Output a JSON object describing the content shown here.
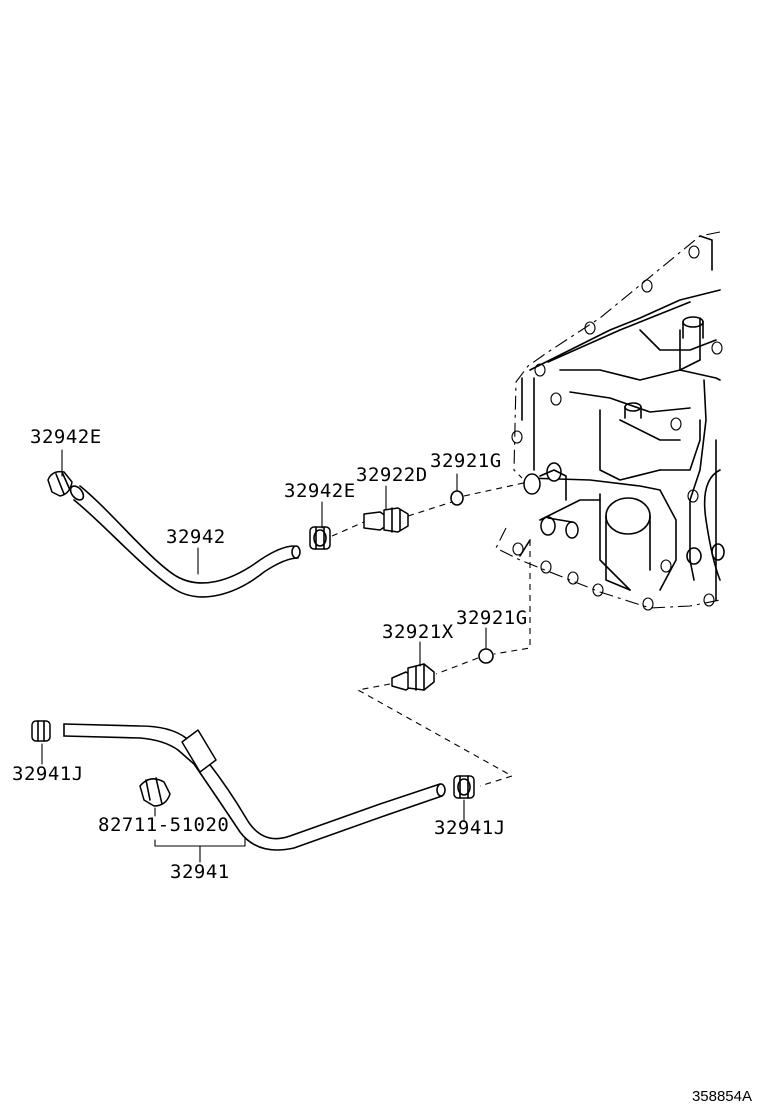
{
  "labels": {
    "p32942E_top": "32942E",
    "p32942": "32942",
    "p32942E_mid": "32942E",
    "p32922D": "32922D",
    "p32921G_top": "32921G",
    "p32921X": "32921X",
    "p32921G_mid": "32921G",
    "p32941J_left": "32941J",
    "p82711_51020": "82711-51020",
    "p32941": "32941",
    "p32941J_right": "32941J"
  },
  "reference": "358854A"
}
